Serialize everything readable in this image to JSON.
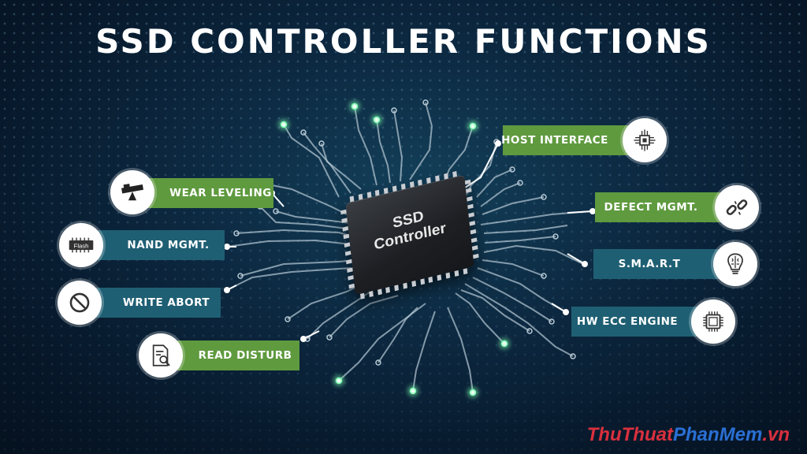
{
  "title": "SSD CONTROLLER FUNCTIONS",
  "chip": {
    "label": "SSD\nController"
  },
  "functions_left": [
    {
      "id": "wear-leveling",
      "label": "WEAR LEVELING",
      "icon": "balance-scale-icon",
      "style": "green"
    },
    {
      "id": "nand-mgmt",
      "label": "NAND MGMT.",
      "icon": "flash-chip-icon",
      "icon_text": "Flash",
      "style": "teal"
    },
    {
      "id": "write-abort",
      "label": "WRITE ABORT",
      "icon": "prohibited-icon",
      "style": "teal"
    },
    {
      "id": "read-disturb",
      "label": "READ DISTURB",
      "icon": "document-search-icon",
      "style": "green"
    }
  ],
  "functions_right": [
    {
      "id": "host-interface",
      "label": "HOST INTERFACE",
      "icon": "processor-icon",
      "style": "green"
    },
    {
      "id": "defect-mgmt",
      "label": "DEFECT MGMT.",
      "icon": "broken-link-icon",
      "style": "green"
    },
    {
      "id": "smart",
      "label": "S.M.A.R.T",
      "icon": "brain-bulb-icon",
      "style": "teal"
    },
    {
      "id": "hw-ecc-engine",
      "label": "HW ECC ENGINE",
      "icon": "cpu-chip-icon",
      "style": "teal"
    }
  ],
  "colors": {
    "green_bar": "#5f9a3f",
    "teal_bar": "#1f5f73",
    "trace": "#b8cad6",
    "glow": "#7dffb0"
  },
  "watermark": {
    "part1": "ThuThuat",
    "part2": "PhanMem",
    "part3": ".vn",
    "color1": "#d9303e",
    "color2": "#2a6fd4"
  }
}
